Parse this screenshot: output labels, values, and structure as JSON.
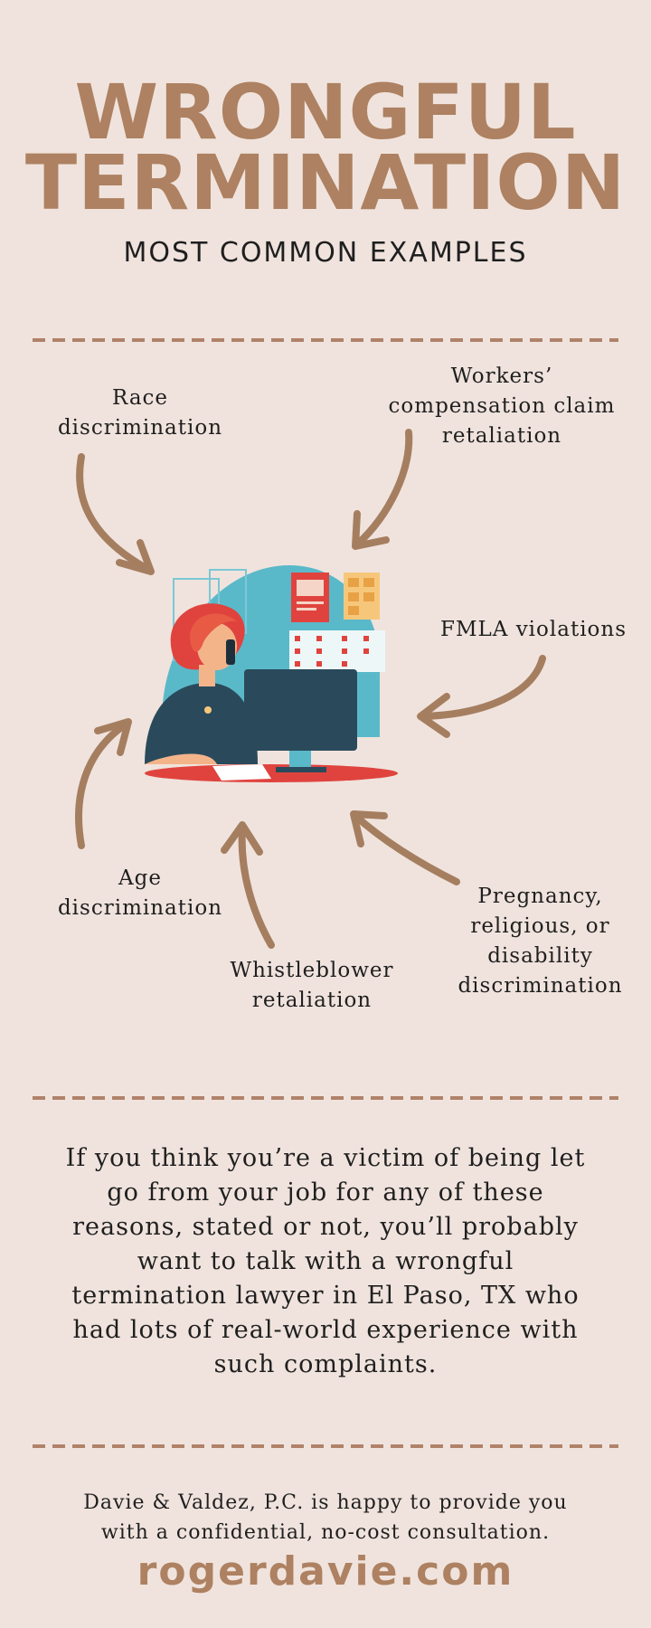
{
  "header": {
    "title_line1": "WRONGFUL",
    "title_line2": "TERMINATION",
    "subtitle": "MOST COMMON EXAMPLES"
  },
  "examples": {
    "race": [
      "Race",
      "discrimination"
    ],
    "workers_comp": [
      "Workers’",
      "compensation claim",
      "retaliation"
    ],
    "fmla": [
      "FMLA violations"
    ],
    "age": [
      "Age",
      "discrimination"
    ],
    "pregnancy": [
      "Pregnancy,",
      "religious, or",
      "disability",
      "discrimination"
    ],
    "whistleblower": [
      "Whistleblower",
      "retaliation"
    ]
  },
  "body": {
    "lines": [
      "If you think you’re a victim of being let",
      "go from your job for any of these",
      "reasons, stated or not, you’ll probably",
      "want to talk with a wrongful",
      "termination lawyer in El Paso, TX who",
      "had lots of real-world experience with",
      "such complaints."
    ]
  },
  "footer": {
    "lines": [
      "Davie & Valdez, P.C. is happy to provide you",
      "with a confidential, no-cost consultation."
    ],
    "website": "rogerdavie.com"
  },
  "colors": {
    "background": "#f0e3dd",
    "accent": "#ad8161",
    "text": "#1f1f1f"
  }
}
